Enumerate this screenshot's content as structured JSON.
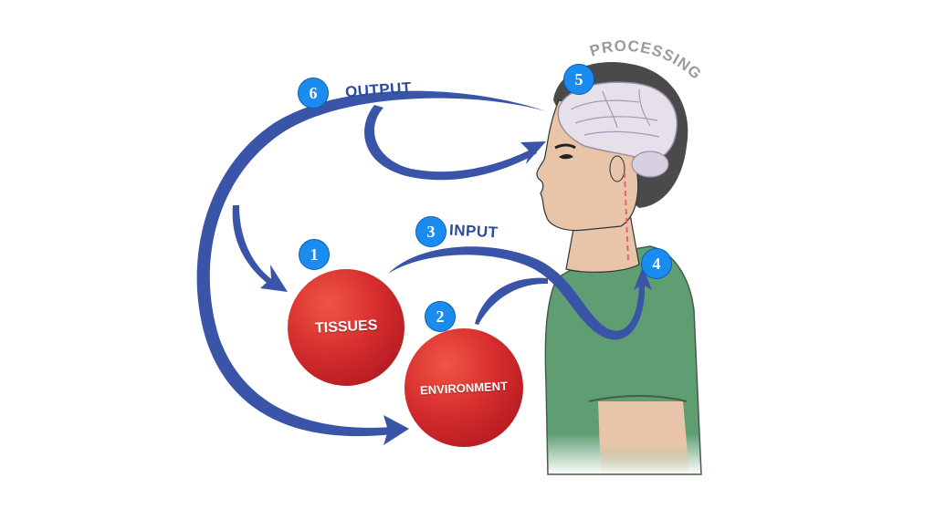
{
  "diagram": {
    "title": "Sensory input / processing / output loop",
    "labels": {
      "output": "OUTPUT",
      "input": "INPUT",
      "processing": "PROCESSING"
    },
    "nodes": [
      {
        "id": "tissues",
        "label": "TISSUES",
        "badge": "1"
      },
      {
        "id": "environment",
        "label": "ENVIRONMENT",
        "badge": "2"
      }
    ],
    "badges": [
      {
        "number": "1",
        "meaning": "tissues"
      },
      {
        "number": "2",
        "meaning": "environment"
      },
      {
        "number": "3",
        "meaning": "input"
      },
      {
        "number": "4",
        "meaning": "spinal cord entry"
      },
      {
        "number": "5",
        "meaning": "brain processing"
      },
      {
        "number": "6",
        "meaning": "output"
      }
    ],
    "colors": {
      "arrow": "#3a55a8",
      "badge": "#1a8cf0",
      "sphere": "#d62d2d",
      "shirt": "#5e9e72",
      "skin": "#e8c4a8",
      "hair": "#4a4a4a",
      "brain": "#e6e0ea",
      "nerve": "#e8607a",
      "processing_text": "#9a9a9a"
    }
  }
}
